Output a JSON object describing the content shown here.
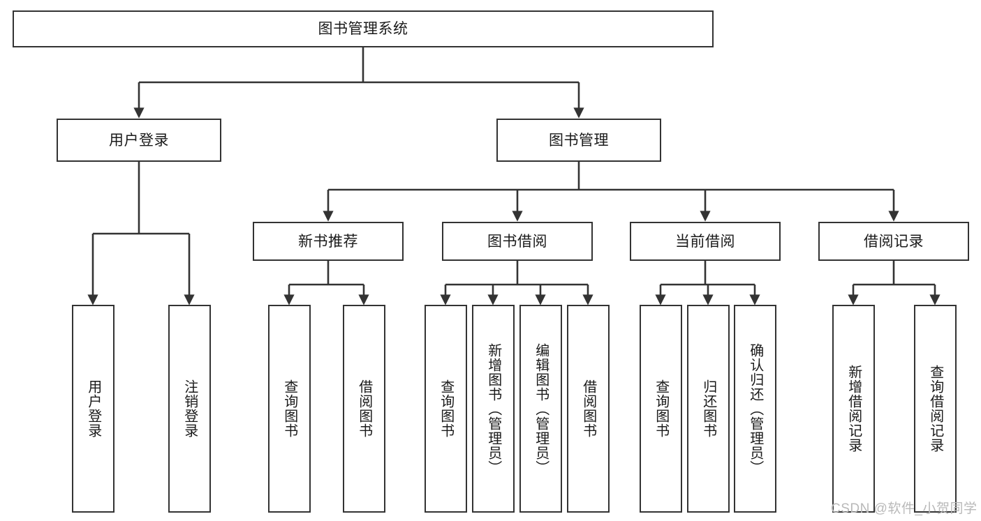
{
  "diagram": {
    "title": "图书管理系统",
    "type": "tree",
    "watermark": "CSDN @软件_小贺同学",
    "colors": {
      "box_border": "#333333",
      "box_fill": "#ffffff",
      "connector": "#333333",
      "text": "#1a1a1a",
      "watermark": "#b9b9b9",
      "background": "#ffffff"
    },
    "root": {
      "label": "图书管理系统"
    },
    "level2": [
      {
        "label": "用户登录"
      },
      {
        "label": "图书管理"
      }
    ],
    "level3": [
      {
        "label": "新书推荐"
      },
      {
        "label": "图书借阅"
      },
      {
        "label": "当前借阅"
      },
      {
        "label": "借阅记录"
      }
    ],
    "leaves": {
      "user_login": [
        {
          "label": "用户登录"
        },
        {
          "label": "注销登录"
        }
      ],
      "new_book": [
        {
          "label": "查询图书"
        },
        {
          "label": "借阅图书"
        }
      ],
      "book_borrow": [
        {
          "label": "查询图书"
        },
        {
          "label": "新增图书（管理员）"
        },
        {
          "label": "编辑图书（管理员）"
        },
        {
          "label": "借阅图书"
        }
      ],
      "current_borrow": [
        {
          "label": "查询图书"
        },
        {
          "label": "归还图书"
        },
        {
          "label": "确认归还（管理员）"
        }
      ],
      "borrow_record": [
        {
          "label": "新增借阅记录"
        },
        {
          "label": "查询借阅记录"
        }
      ]
    }
  }
}
